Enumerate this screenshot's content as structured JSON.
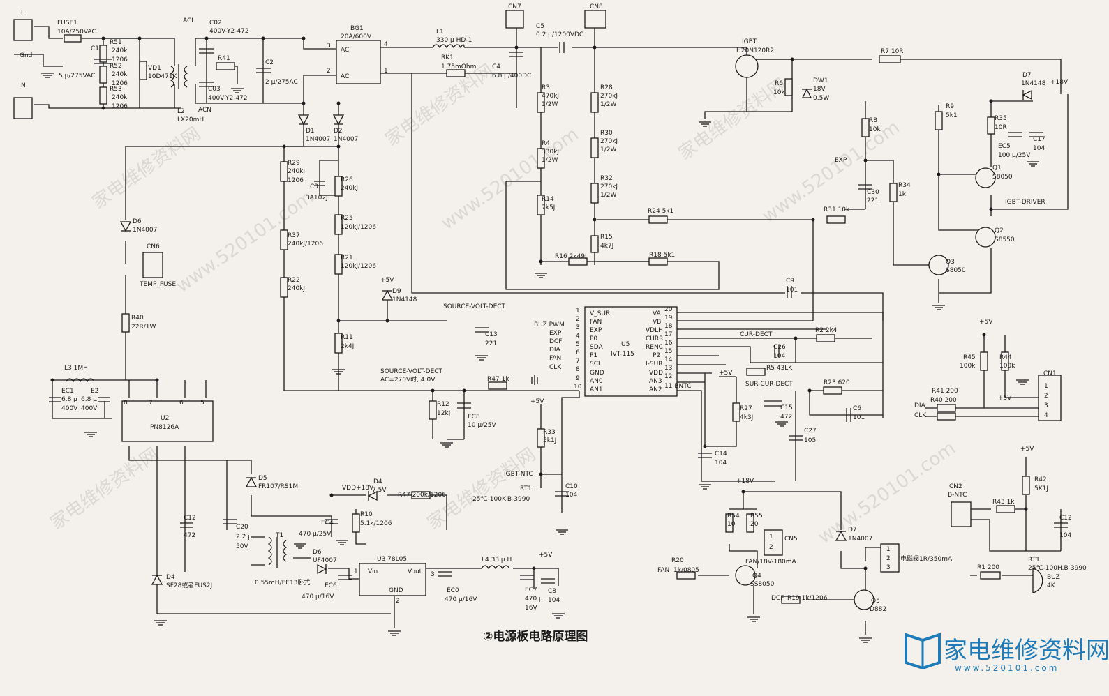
{
  "title": "②电源板电路原理图",
  "logo": {
    "name": "家电维修资料网",
    "domain": "www.520101.com",
    "icon": "book-logo-icon",
    "color": "#1e7bb8"
  },
  "watermark": {
    "text": "家电维修资料网",
    "url": "www.520101.com"
  },
  "labels": [
    {
      "id": "L_conn",
      "text": "L"
    },
    {
      "id": "Gnd",
      "text": "Gnd"
    },
    {
      "id": "N_conn",
      "text": "N"
    },
    {
      "id": "FUSE1",
      "text": "FUSE1"
    },
    {
      "id": "FUSE1v",
      "text": "10A/250VAC"
    },
    {
      "id": "C1",
      "text": "C1"
    },
    {
      "id": "C1v",
      "text": "5 μ/275VAC"
    },
    {
      "id": "R51",
      "text": "R51"
    },
    {
      "id": "R51v",
      "text": "240k"
    },
    {
      "id": "R51p",
      "text": "1206"
    },
    {
      "id": "R52",
      "text": "R52"
    },
    {
      "id": "R52v",
      "text": "240k"
    },
    {
      "id": "R52p",
      "text": "1206"
    },
    {
      "id": "R53",
      "text": "R53"
    },
    {
      "id": "R53v",
      "text": "240k"
    },
    {
      "id": "R53p",
      "text": "1206"
    },
    {
      "id": "VD1",
      "text": "VD1"
    },
    {
      "id": "VD1v",
      "text": "10D471K"
    },
    {
      "id": "ACL",
      "text": "ACL"
    },
    {
      "id": "ACN",
      "text": "ACN"
    },
    {
      "id": "L2",
      "text": "L2"
    },
    {
      "id": "L2v",
      "text": "LX20mH"
    },
    {
      "id": "C02",
      "text": "C02"
    },
    {
      "id": "C02v",
      "text": "400V-Y2-472"
    },
    {
      "id": "C03",
      "text": "C03"
    },
    {
      "id": "C03v",
      "text": "400V-Y2-472"
    },
    {
      "id": "R41a",
      "text": "R41"
    },
    {
      "id": "C2",
      "text": "C2"
    },
    {
      "id": "C2v",
      "text": "2 μ/275AC"
    },
    {
      "id": "BG1",
      "text": "BG1"
    },
    {
      "id": "BG1v",
      "text": "20A/600V"
    },
    {
      "id": "AC1",
      "text": "AC"
    },
    {
      "id": "AC2",
      "text": "AC"
    },
    {
      "id": "p3",
      "text": "3"
    },
    {
      "id": "p2",
      "text": "2"
    },
    {
      "id": "p4",
      "text": "4"
    },
    {
      "id": "p1",
      "text": "1"
    },
    {
      "id": "L1",
      "text": "L1"
    },
    {
      "id": "L1v",
      "text": "330 μ HD-1"
    },
    {
      "id": "RK1",
      "text": "RK1"
    },
    {
      "id": "RK1v",
      "text": "1.75mOhm"
    },
    {
      "id": "CN7",
      "text": "CN7"
    },
    {
      "id": "CN8",
      "text": "CN8"
    },
    {
      "id": "C5",
      "text": "C5"
    },
    {
      "id": "C5v",
      "text": "0.2 μ/1200VDC"
    },
    {
      "id": "C4",
      "text": "C4"
    },
    {
      "id": "C4v",
      "text": "6.8 μ/400DC"
    },
    {
      "id": "IGBT",
      "text": "IGBT"
    },
    {
      "id": "IGBTv",
      "text": "H20N120R2"
    },
    {
      "id": "R6",
      "text": "R6"
    },
    {
      "id": "R6v",
      "text": "10k"
    },
    {
      "id": "DW1",
      "text": "DW1"
    },
    {
      "id": "DW1v",
      "text": "18V"
    },
    {
      "id": "DW1p",
      "text": "0.5W"
    },
    {
      "id": "R7",
      "text": "R7  10R"
    },
    {
      "id": "D7a",
      "text": "D7"
    },
    {
      "id": "D7av",
      "text": "1N4148"
    },
    {
      "id": "v18a",
      "text": "+18V"
    },
    {
      "id": "R3",
      "text": "R3"
    },
    {
      "id": "R3v",
      "text": "470kJ"
    },
    {
      "id": "R3p",
      "text": "1/2W"
    },
    {
      "id": "R4",
      "text": "R4"
    },
    {
      "id": "R4v",
      "text": "330kJ"
    },
    {
      "id": "R4p",
      "text": "1/2W"
    },
    {
      "id": "R14",
      "text": "R14"
    },
    {
      "id": "R14v",
      "text": "7k5J"
    },
    {
      "id": "R28",
      "text": "R28"
    },
    {
      "id": "R28v",
      "text": "270kJ"
    },
    {
      "id": "R28p",
      "text": "1/2W"
    },
    {
      "id": "R30",
      "text": "R30"
    },
    {
      "id": "R30v",
      "text": "270kJ"
    },
    {
      "id": "R30p",
      "text": "1/2W"
    },
    {
      "id": "R32",
      "text": "R32"
    },
    {
      "id": "R32v",
      "text": "270kJ"
    },
    {
      "id": "R32p",
      "text": "1/2W"
    },
    {
      "id": "R15",
      "text": "R15"
    },
    {
      "id": "R15v",
      "text": "4k7J"
    },
    {
      "id": "R24",
      "text": "R24  5k1"
    },
    {
      "id": "R16",
      "text": "R16  2k49J"
    },
    {
      "id": "R18",
      "text": "R18  5k1"
    },
    {
      "id": "R31",
      "text": "R31  10k"
    },
    {
      "id": "C9",
      "text": "C9"
    },
    {
      "id": "C9v",
      "text": "101"
    },
    {
      "id": "R9",
      "text": "R9"
    },
    {
      "id": "R9v",
      "text": "5k1"
    },
    {
      "id": "R8",
      "text": "R8"
    },
    {
      "id": "R8v",
      "text": "10k"
    },
    {
      "id": "R35",
      "text": "R35"
    },
    {
      "id": "R35v",
      "text": "10R"
    },
    {
      "id": "EC5",
      "text": "EC5"
    },
    {
      "id": "EC5v",
      "text": "100 μ/25V"
    },
    {
      "id": "C17",
      "text": "C17"
    },
    {
      "id": "C17v",
      "text": "104"
    },
    {
      "id": "EXP",
      "text": "EXP"
    },
    {
      "id": "C30",
      "text": "C30"
    },
    {
      "id": "C30v",
      "text": "221"
    },
    {
      "id": "R34",
      "text": "R34"
    },
    {
      "id": "R34v",
      "text": "1k"
    },
    {
      "id": "Q1",
      "text": "Q1"
    },
    {
      "id": "Q1v",
      "text": "S8050"
    },
    {
      "id": "Q2",
      "text": "Q2"
    },
    {
      "id": "Q2v",
      "text": "S8550"
    },
    {
      "id": "Q3",
      "text": "Q3"
    },
    {
      "id": "Q3v",
      "text": "S8050"
    },
    {
      "id": "IGBTD",
      "text": "IGBT-DRIVER"
    },
    {
      "id": "R29",
      "text": "R29"
    },
    {
      "id": "R29v",
      "text": "240kJ"
    },
    {
      "id": "R29p",
      "text": "1206"
    },
    {
      "id": "R26",
      "text": "R26"
    },
    {
      "id": "R26v",
      "text": "240kJ"
    },
    {
      "id": "C3",
      "text": "C3"
    },
    {
      "id": "C3v",
      "text": "3A102J"
    },
    {
      "id": "R25",
      "text": "R25"
    },
    {
      "id": "R25v",
      "text": "120kJ/1206"
    },
    {
      "id": "R37",
      "text": "R37"
    },
    {
      "id": "R37v",
      "text": "240kJ/1206"
    },
    {
      "id": "R21",
      "text": "R21"
    },
    {
      "id": "R21v",
      "text": "120kJ/1206"
    },
    {
      "id": "R22",
      "text": "R22"
    },
    {
      "id": "R22v",
      "text": "240kJ"
    },
    {
      "id": "R11",
      "text": "R11"
    },
    {
      "id": "R11v",
      "text": "2k4J"
    },
    {
      "id": "D1",
      "text": "D1"
    },
    {
      "id": "D1v",
      "text": "1N4007"
    },
    {
      "id": "D2",
      "text": "D2"
    },
    {
      "id": "D2v",
      "text": "1N4007"
    },
    {
      "id": "D6a",
      "text": "D6"
    },
    {
      "id": "D6av",
      "text": "1N4007"
    },
    {
      "id": "CN6",
      "text": "CN6"
    },
    {
      "id": "CN6v",
      "text": "TEMP_FUSE"
    },
    {
      "id": "R40",
      "text": "R40"
    },
    {
      "id": "R40v",
      "text": "22R/1W"
    },
    {
      "id": "D9",
      "text": "D9"
    },
    {
      "id": "D9v",
      "text": "1N4148"
    },
    {
      "id": "v5a",
      "text": "+5V"
    },
    {
      "id": "SVD1",
      "text": "SOURCE-VOLT-DECT"
    },
    {
      "id": "C13",
      "text": "C13"
    },
    {
      "id": "C13v",
      "text": "221"
    },
    {
      "id": "SVD2",
      "text": "SOURCE-VOLT-DECT"
    },
    {
      "id": "SVD2v",
      "text": "AC=270V时, 4.0V"
    },
    {
      "id": "R12",
      "text": "R12"
    },
    {
      "id": "R12v",
      "text": "12kJ"
    },
    {
      "id": "EC8",
      "text": "EC8"
    },
    {
      "id": "EC8v",
      "text": "10 μ/25V"
    },
    {
      "id": "R47",
      "text": "R47  1k"
    },
    {
      "id": "U5",
      "text": "U5"
    },
    {
      "id": "U5v",
      "text": "IVT-115"
    },
    {
      "id": "u1",
      "text": "V_SUR"
    },
    {
      "id": "u2",
      "text": "FAN"
    },
    {
      "id": "u3",
      "text": "EXP"
    },
    {
      "id": "u4",
      "text": "P0"
    },
    {
      "id": "u5",
      "text": "SDA"
    },
    {
      "id": "u6",
      "text": "P1"
    },
    {
      "id": "u7",
      "text": "SCL"
    },
    {
      "id": "u8",
      "text": "GND"
    },
    {
      "id": "u9",
      "text": "AN0"
    },
    {
      "id": "u10",
      "text": "AN1"
    },
    {
      "id": "u20",
      "text": "VA"
    },
    {
      "id": "u19",
      "text": "VB"
    },
    {
      "id": "u18",
      "text": "VDLH"
    },
    {
      "id": "u17",
      "text": "CURR"
    },
    {
      "id": "u16",
      "text": "RENC"
    },
    {
      "id": "u15",
      "text": "P2"
    },
    {
      "id": "u14",
      "text": "I-SUR"
    },
    {
      "id": "u13",
      "text": "VDD"
    },
    {
      "id": "u12",
      "text": "AN3"
    },
    {
      "id": "u11",
      "text": "AN2"
    },
    {
      "id": "n1",
      "text": "1"
    },
    {
      "id": "n2",
      "text": "2"
    },
    {
      "id": "n3",
      "text": "3"
    },
    {
      "id": "n4",
      "text": "4"
    },
    {
      "id": "n5",
      "text": "5"
    },
    {
      "id": "n6",
      "text": "6"
    },
    {
      "id": "n7",
      "text": "7"
    },
    {
      "id": "n8",
      "text": "8"
    },
    {
      "id": "n9",
      "text": "9"
    },
    {
      "id": "n10",
      "text": "10"
    },
    {
      "id": "n20",
      "text": "20"
    },
    {
      "id": "n19",
      "text": "19"
    },
    {
      "id": "n18",
      "text": "18"
    },
    {
      "id": "n17",
      "text": "17"
    },
    {
      "id": "n16",
      "text": "16"
    },
    {
      "id": "n15",
      "text": "15"
    },
    {
      "id": "n14",
      "text": "14"
    },
    {
      "id": "n13",
      "text": "13"
    },
    {
      "id": "n12",
      "text": "12"
    },
    {
      "id": "n11",
      "text": "11 BNTC"
    },
    {
      "id": "lBUZ",
      "text": "BUZ PWM"
    },
    {
      "id": "lEXP",
      "text": "EXP"
    },
    {
      "id": "lDCF",
      "text": "DCF"
    },
    {
      "id": "lDIA",
      "text": "DIA"
    },
    {
      "id": "lFAN",
      "text": "FAN"
    },
    {
      "id": "lCLK",
      "text": "CLK"
    },
    {
      "id": "CURD",
      "text": "CUR-DECT"
    },
    {
      "id": "C26",
      "text": "C26"
    },
    {
      "id": "C26v",
      "text": "104"
    },
    {
      "id": "R2",
      "text": "R2  2k4"
    },
    {
      "id": "R5",
      "text": "R5  43LK"
    },
    {
      "id": "SCD",
      "text": "SUR-CUR-DECT"
    },
    {
      "id": "C15",
      "text": "C15"
    },
    {
      "id": "C15v",
      "text": "472"
    },
    {
      "id": "R23",
      "text": "R23  620"
    },
    {
      "id": "C6",
      "text": "C6"
    },
    {
      "id": "C6v",
      "text": "101"
    },
    {
      "id": "C27",
      "text": "C27"
    },
    {
      "id": "C27v",
      "text": "105"
    },
    {
      "id": "R27",
      "text": "R27"
    },
    {
      "id": "R27v",
      "text": "4k3J"
    },
    {
      "id": "v5b",
      "text": "+5V"
    },
    {
      "id": "C14",
      "text": "C14"
    },
    {
      "id": "C14v",
      "text": "104"
    },
    {
      "id": "R33",
      "text": "R33"
    },
    {
      "id": "R33v",
      "text": "5k1J"
    },
    {
      "id": "v5c",
      "text": "+5V"
    },
    {
      "id": "INTC",
      "text": "IGBT-NTC"
    },
    {
      "id": "RT1a",
      "text": "RT1"
    },
    {
      "id": "RT1av",
      "text": "25℃-100K-B-3990"
    },
    {
      "id": "C10",
      "text": "C10"
    },
    {
      "id": "C10v",
      "text": "104"
    },
    {
      "id": "v5d",
      "text": "+5V"
    },
    {
      "id": "R45",
      "text": "R45"
    },
    {
      "id": "R45v",
      "text": "100k"
    },
    {
      "id": "R44",
      "text": "R44"
    },
    {
      "id": "R44v",
      "text": "100k"
    },
    {
      "id": "CN1",
      "text": "CN1"
    },
    {
      "id": "R41b",
      "text": "R41  200"
    },
    {
      "id": "R40b",
      "text": "R40  200"
    },
    {
      "id": "DIA",
      "text": "DIA"
    },
    {
      "id": "CLK",
      "text": "CLK"
    },
    {
      "id": "v5e",
      "text": "+5V"
    },
    {
      "id": "c1p",
      "text": "1"
    },
    {
      "id": "c2p",
      "text": "2"
    },
    {
      "id": "c3p",
      "text": "3"
    },
    {
      "id": "c4p",
      "text": "4"
    },
    {
      "id": "v5f",
      "text": "+5V"
    },
    {
      "id": "R42",
      "text": "R42"
    },
    {
      "id": "R42v",
      "text": "5K1J"
    },
    {
      "id": "CN2",
      "text": "CN2"
    },
    {
      "id": "CN2v",
      "text": "B-NTC"
    },
    {
      "id": "R43",
      "text": "R43  1k"
    },
    {
      "id": "C12b",
      "text": "C12"
    },
    {
      "id": "C12bv",
      "text": "104"
    },
    {
      "id": "RT1b",
      "text": "RT1"
    },
    {
      "id": "RT1bv",
      "text": "25℃-100H.B-3990"
    },
    {
      "id": "R1",
      "text": "R1  200"
    },
    {
      "id": "BUZ",
      "text": "BUZ"
    },
    {
      "id": "BUZv",
      "text": "4K"
    },
    {
      "id": "L3",
      "text": "L3  1MH"
    },
    {
      "id": "EC1",
      "text": "EC1"
    },
    {
      "id": "EC1v",
      "text": "6.8 μ"
    },
    {
      "id": "EC1p",
      "text": "400V"
    },
    {
      "id": "E2",
      "text": "E2"
    },
    {
      "id": "E2v",
      "text": "6.8 μ"
    },
    {
      "id": "E2p",
      "text": "400V"
    },
    {
      "id": "U2",
      "text": "U2"
    },
    {
      "id": "U2v",
      "text": "PN8126A"
    },
    {
      "id": "p8",
      "text": "8"
    },
    {
      "id": "p7",
      "text": "7"
    },
    {
      "id": "p6",
      "text": "6"
    },
    {
      "id": "p5",
      "text": "5"
    },
    {
      "id": "C12",
      "text": "C12"
    },
    {
      "id": "C12v",
      "text": "472"
    },
    {
      "id": "D5",
      "text": "D5"
    },
    {
      "id": "D5v",
      "text": "FR107/RS1M"
    },
    {
      "id": "C20",
      "text": "C20"
    },
    {
      "id": "C20v",
      "text": "2.2 μ"
    },
    {
      "id": "C20p",
      "text": "50V"
    },
    {
      "id": "VDD",
      "text": "VDD+18V"
    },
    {
      "id": "D4",
      "text": "D4"
    },
    {
      "id": "D4v",
      "text": "7.5V"
    },
    {
      "id": "R47b",
      "text": "R47  200k/1206"
    },
    {
      "id": "R10",
      "text": "R10"
    },
    {
      "id": "R10v",
      "text": "5.1k/1206"
    },
    {
      "id": "EC4",
      "text": "EC4"
    },
    {
      "id": "EC4v",
      "text": "470 μ/25V"
    },
    {
      "id": "T1",
      "text": "T1"
    },
    {
      "id": "T1v",
      "text": "0.55mH/EE13卧式"
    },
    {
      "id": "D6b",
      "text": "D6"
    },
    {
      "id": "D6bv",
      "text": "UF4007"
    },
    {
      "id": "U3",
      "text": "U3  78L05"
    },
    {
      "id": "Vin",
      "text": "Vin"
    },
    {
      "id": "Vout",
      "text": "Vout"
    },
    {
      "id": "GND",
      "text": "GND"
    },
    {
      "id": "u3p1",
      "text": "1"
    },
    {
      "id": "u3p3",
      "text": "3"
    },
    {
      "id": "u3p2",
      "text": "2"
    },
    {
      "id": "L4",
      "text": "L4  33 μ H"
    },
    {
      "id": "v5g",
      "text": "+5V"
    },
    {
      "id": "EC6",
      "text": "EC6"
    },
    {
      "id": "EC6v",
      "text": "470 μ/16V"
    },
    {
      "id": "EC0",
      "text": "EC0"
    },
    {
      "id": "EC0v",
      "text": "470 μ/16V"
    },
    {
      "id": "EC7",
      "text": "EC7"
    },
    {
      "id": "EC7v",
      "text": "470 μ"
    },
    {
      "id": "EC7p",
      "text": "16V"
    },
    {
      "id": "C8",
      "text": "C8"
    },
    {
      "id": "C8v",
      "text": "104"
    },
    {
      "id": "D4b",
      "text": "D4"
    },
    {
      "id": "D4bv",
      "text": "SF28或者FUS2J"
    },
    {
      "id": "v18b",
      "text": "+18V"
    },
    {
      "id": "R54",
      "text": "R54"
    },
    {
      "id": "R54v",
      "text": "10"
    },
    {
      "id": "R55",
      "text": "R55"
    },
    {
      "id": "R55v",
      "text": "20"
    },
    {
      "id": "CN5",
      "text": "CN5"
    },
    {
      "id": "CN5v",
      "text": "FAN/18V-180mA"
    },
    {
      "id": "cn5p1",
      "text": "1"
    },
    {
      "id": "cn5p2",
      "text": "2"
    },
    {
      "id": "R20",
      "text": "R20"
    },
    {
      "id": "FANl",
      "text": "FAN"
    },
    {
      "id": "R20v",
      "text": "1k/0805"
    },
    {
      "id": "Q4",
      "text": "Q4"
    },
    {
      "id": "Q4v",
      "text": "SS8050"
    },
    {
      "id": "D7b",
      "text": "D7"
    },
    {
      "id": "D7bv",
      "text": "1N4007"
    },
    {
      "id": "VALVE",
      "text": "电磁阀1R/350mA"
    },
    {
      "id": "vp1",
      "text": "1"
    },
    {
      "id": "vp2",
      "text": "2"
    },
    {
      "id": "vp3",
      "text": "3"
    },
    {
      "id": "DCF",
      "text": "DCF"
    },
    {
      "id": "R19",
      "text": "R19  1k/1206"
    },
    {
      "id": "Q5",
      "text": "Q5"
    },
    {
      "id": "Q5v",
      "text": "D882"
    }
  ]
}
